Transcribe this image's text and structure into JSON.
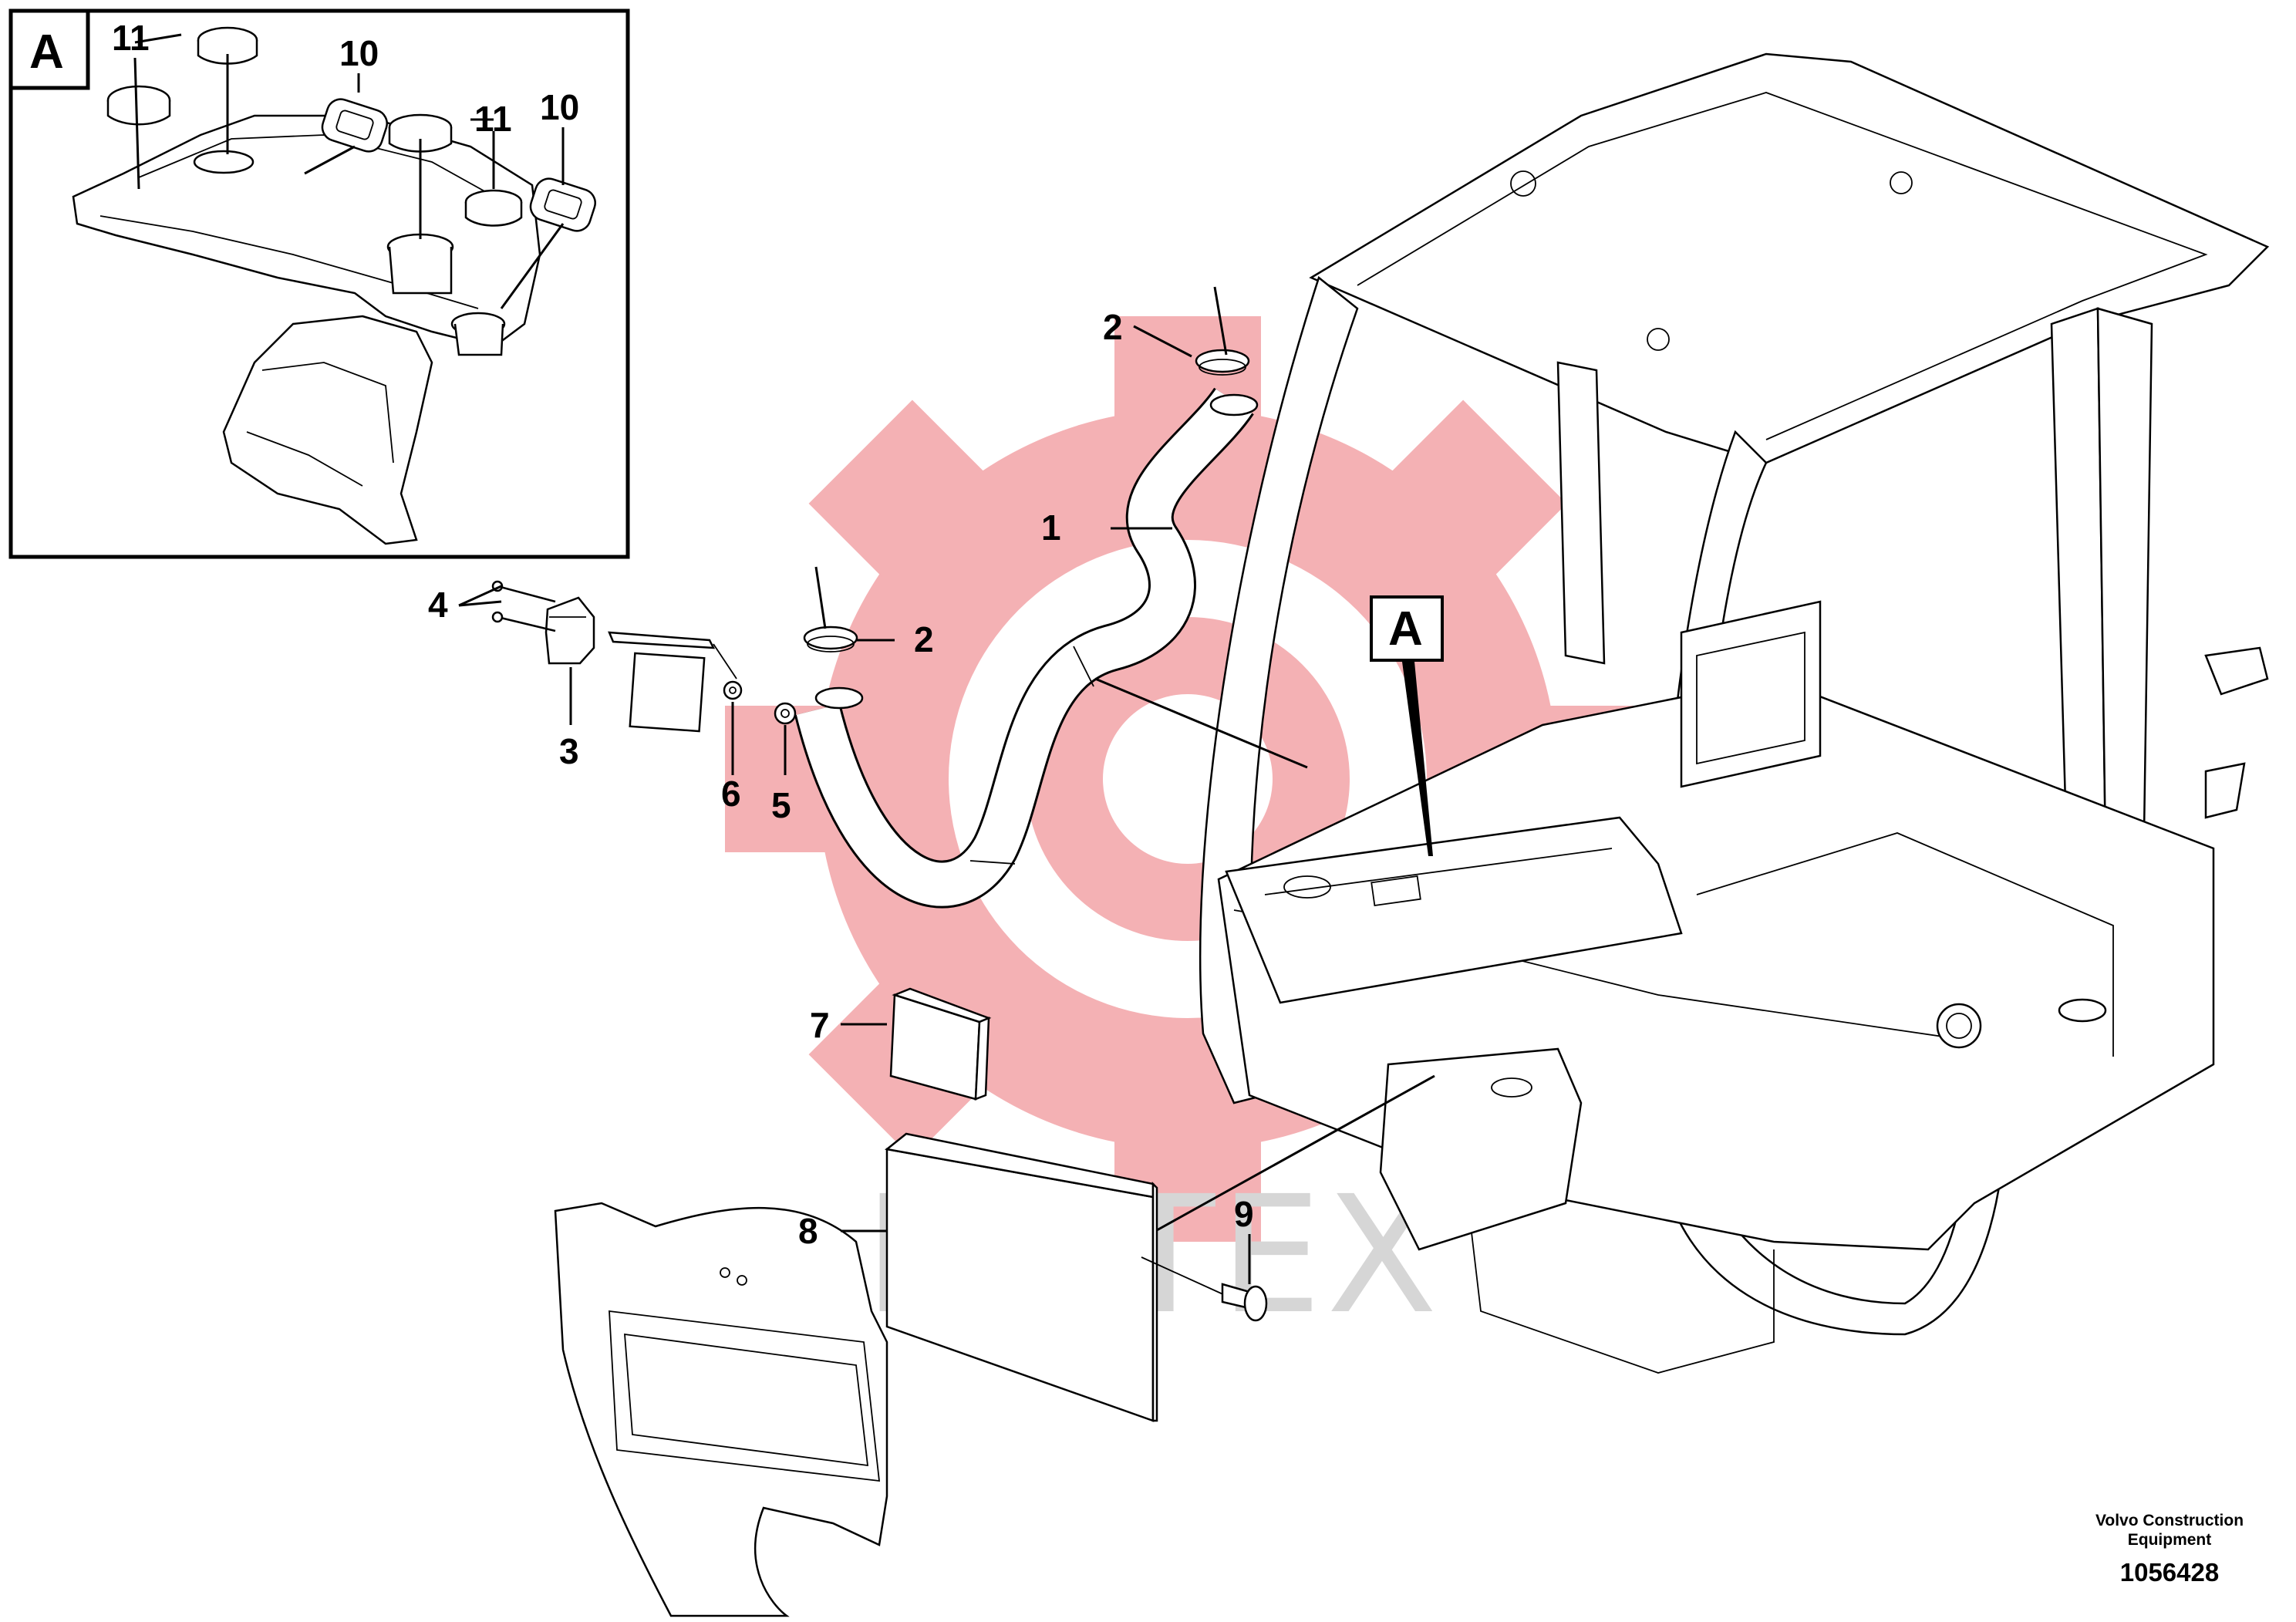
{
  "watermark": {
    "text": "ИНТЕХ",
    "gear_color": "#f3a4a8",
    "text_color": "#d6d6d6"
  },
  "detail_view": {
    "label": "A"
  },
  "main_view": {
    "detail_reference_label": "A"
  },
  "callouts": [
    {
      "id": "1",
      "label": "1"
    },
    {
      "id": "2a",
      "label": "2"
    },
    {
      "id": "2b",
      "label": "2"
    },
    {
      "id": "3",
      "label": "3"
    },
    {
      "id": "4",
      "label": "4"
    },
    {
      "id": "5",
      "label": "5"
    },
    {
      "id": "6",
      "label": "6"
    },
    {
      "id": "7",
      "label": "7"
    },
    {
      "id": "8",
      "label": "8"
    },
    {
      "id": "9",
      "label": "9"
    },
    {
      "id": "10a",
      "label": "10"
    },
    {
      "id": "10b",
      "label": "10"
    },
    {
      "id": "11a",
      "label": "11"
    },
    {
      "id": "11b",
      "label": "11"
    }
  ],
  "footer": {
    "publisher_line1": "Volvo Construction",
    "publisher_line2": "Equipment",
    "document_number": "1056428"
  }
}
